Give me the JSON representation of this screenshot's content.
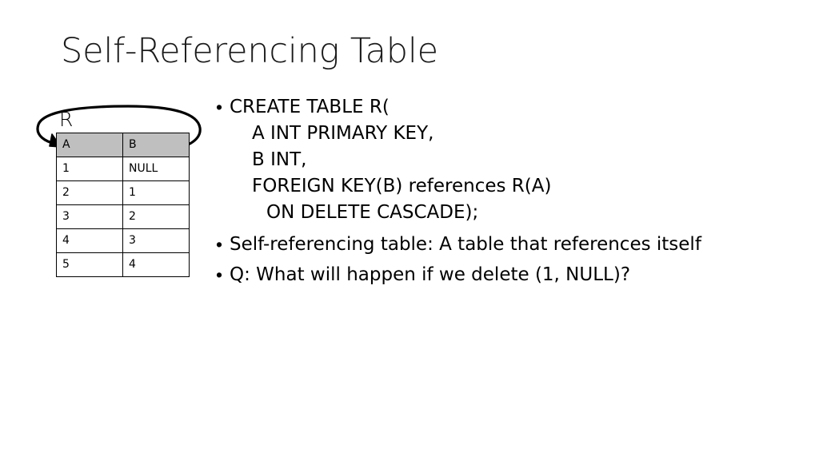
{
  "slide": {
    "title": "Self-Referencing Table",
    "background_color": "#ffffff",
    "text_color": "#000000"
  },
  "diagram": {
    "table_label": "R",
    "arrow": {
      "name": "self-reference-loop-arrow",
      "color": "#000000",
      "description": "curved loop from column B back into column A"
    },
    "table": {
      "header_fill": "#bfbfbf",
      "border_color": "#000000",
      "columns": [
        "A",
        "B"
      ],
      "rows": [
        [
          "1",
          "NULL"
        ],
        [
          "2",
          "1"
        ],
        [
          "3",
          "2"
        ],
        [
          "4",
          "3"
        ],
        [
          "5",
          "4"
        ]
      ]
    }
  },
  "body": {
    "bullet_glyph": "•",
    "bullets": [
      {
        "name": "sql-create-statement",
        "lines": [
          {
            "text": "CREATE TABLE R(",
            "indent": 0
          },
          {
            "text": "A INT PRIMARY KEY,",
            "indent": 1
          },
          {
            "text": "B INT,",
            "indent": 1
          },
          {
            "text": "FOREIGN KEY(B) references R(A)",
            "indent": 1
          },
          {
            "text": "ON DELETE CASCADE);",
            "indent": 2
          }
        ]
      },
      {
        "name": "definition",
        "lines": [
          {
            "text": "Self-referencing table: A table that references itself",
            "indent": 0
          }
        ]
      },
      {
        "name": "question",
        "lines": [
          {
            "text": "Q: What will happen if we delete (1, NULL)?",
            "indent": 0
          }
        ]
      }
    ]
  }
}
